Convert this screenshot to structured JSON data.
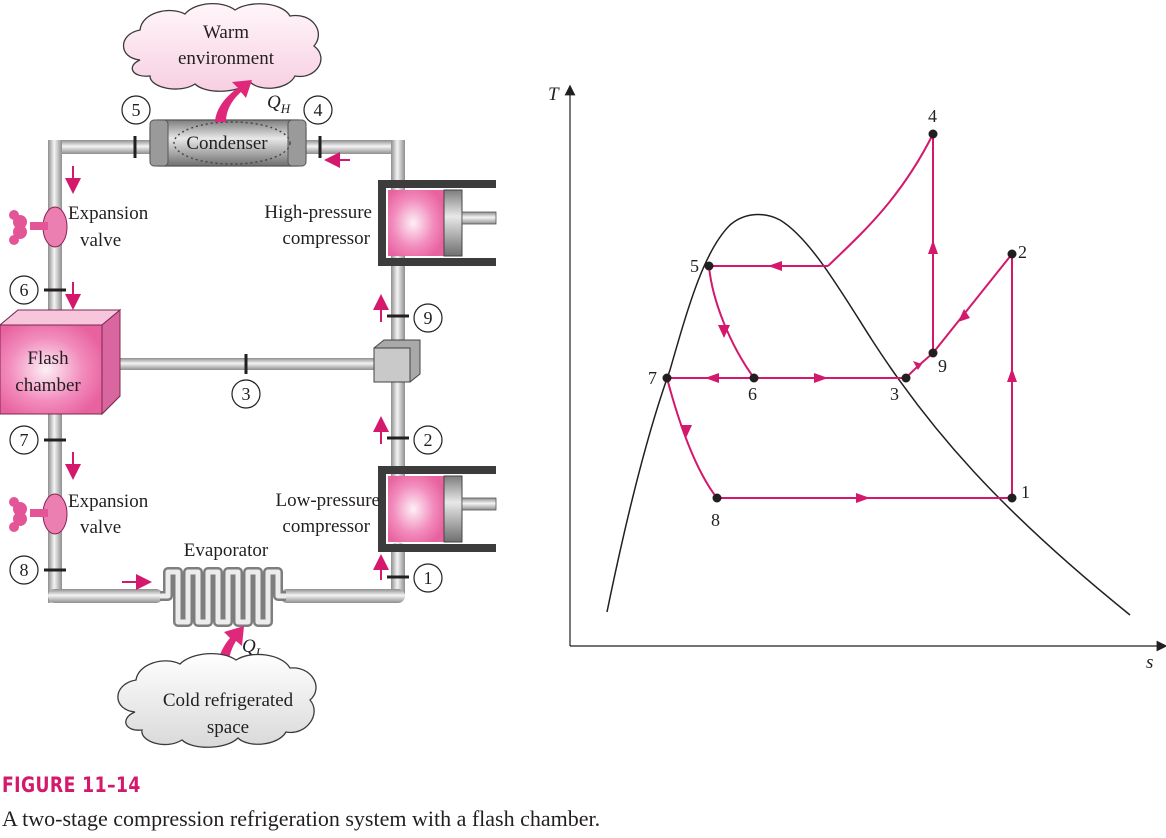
{
  "figure": {
    "number": "FIGURE 11–14",
    "caption": "A two-stage compression refrigeration system with a flash chamber."
  },
  "colors": {
    "accent": "#d4186c",
    "pipe": "#b5b5b5",
    "ink": "#231f20"
  },
  "schematic": {
    "warm_cloud": [
      "Warm",
      "environment"
    ],
    "cold_cloud": [
      "Cold refrigerated",
      "space"
    ],
    "q_h": {
      "base": "Q",
      "sub": "H"
    },
    "q_l": {
      "base": "Q",
      "sub": "L"
    },
    "condenser": "Condenser",
    "evaporator": "Evaporator",
    "flash_chamber": [
      "Flash",
      "chamber"
    ],
    "expansion_valve": [
      "Expansion",
      "valve"
    ],
    "high_compressor": [
      "High-pressure",
      "compressor"
    ],
    "low_compressor": [
      "Low-pressure",
      "compressor"
    ],
    "state_labels": [
      "1",
      "2",
      "3",
      "4",
      "5",
      "6",
      "7",
      "8",
      "9"
    ]
  },
  "ts_diagram": {
    "y_axis": "T",
    "x_axis": "s",
    "points": [
      "1",
      "2",
      "3",
      "4",
      "5",
      "6",
      "7",
      "8",
      "9"
    ]
  }
}
